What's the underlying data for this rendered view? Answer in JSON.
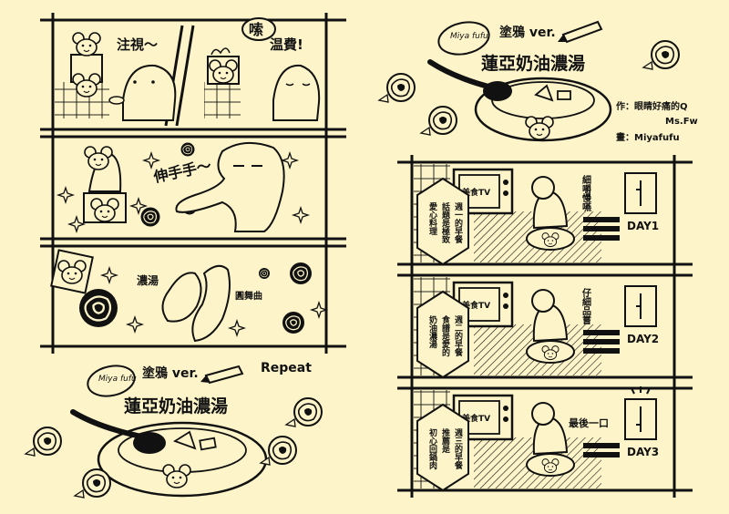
{
  "colors": {
    "background": "#fdf5c9",
    "ink": "#111111"
  },
  "left_page": {
    "strip1": {
      "left_text": "注視～",
      "right_shout": "嗦",
      "right_text": "温費!"
    },
    "strip2": {
      "text": "伸手手～"
    },
    "strip3": {
      "text_left": "濃湯",
      "text_right": "圓舞曲"
    },
    "repeat_label": "Repeat",
    "title_block": {
      "badge": "Miya fufu",
      "version": "塗鴉 ver.",
      "title": "蓮亞奶油濃湯"
    }
  },
  "right_page": {
    "title_block": {
      "badge": "Miya fufu",
      "version": "塗鴉 ver.",
      "title": "蓮亞奶油濃湯"
    },
    "credits": {
      "author_label": "作：",
      "author": "眼睛好痛的Q",
      "author2": "Ms.Fw",
      "artist_label": "畫：",
      "artist": "Miyafufu"
    },
    "panels": [
      {
        "tv": "美食TV",
        "caption_col1": "週一的早餐",
        "caption_col2": "話題是極致",
        "caption_col3": "愛心料理",
        "aside": "細嚼慢嚥",
        "day": "DAY1"
      },
      {
        "tv": "美食TV",
        "caption_col1": "週二的早餐",
        "caption_col2": "食譜是愛的",
        "caption_col3": "奶油濃湯",
        "aside": "仔細品嘗",
        "day": "DAY2"
      },
      {
        "tv": "美食TV",
        "caption_col1": "週三的早餐",
        "caption_col2": "推薦是",
        "caption_col3": "初心回鍋肉",
        "aside": "最後一口",
        "day": "DAY3"
      }
    ]
  }
}
